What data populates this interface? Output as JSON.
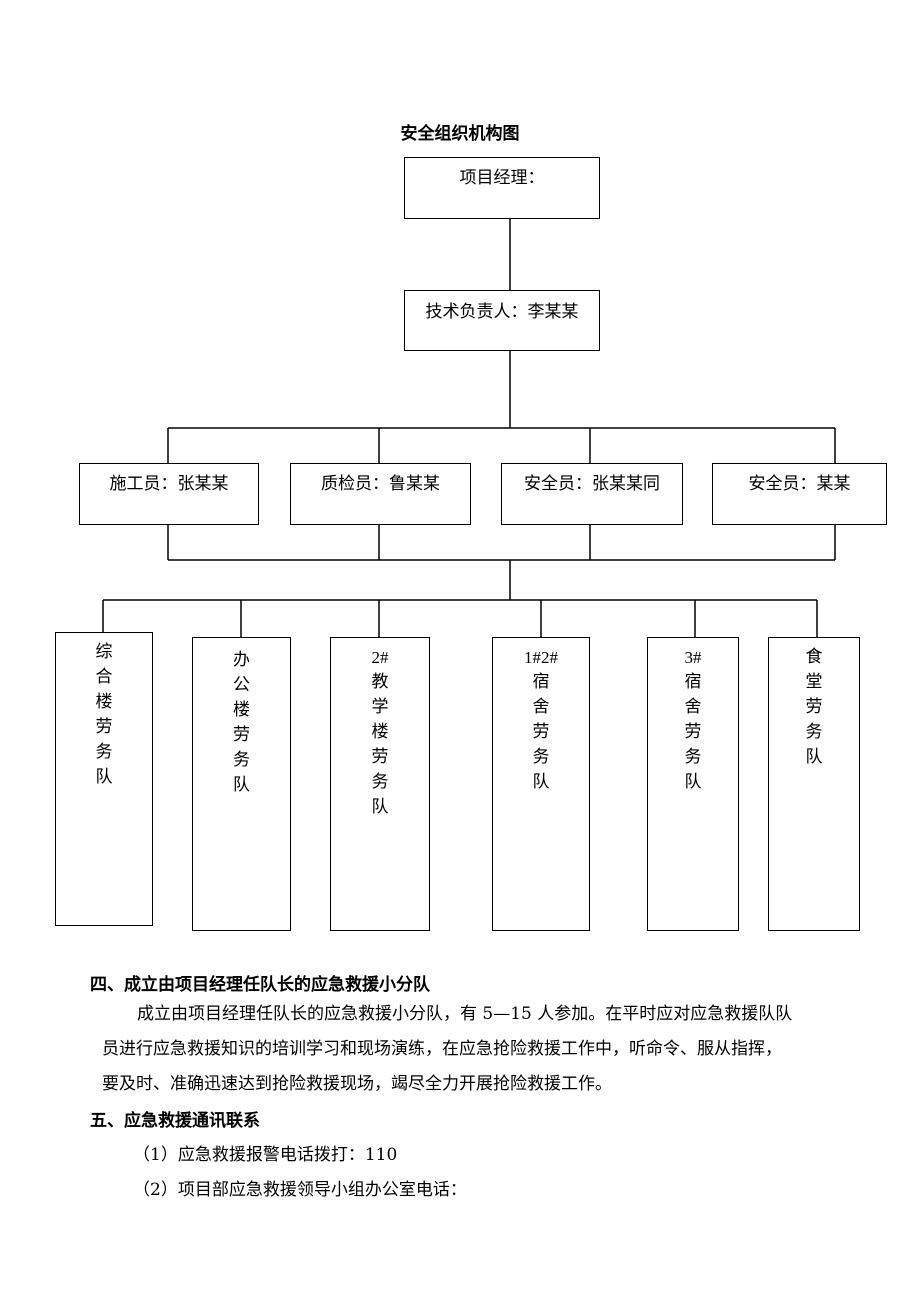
{
  "chart": {
    "title": "安全组织机构图",
    "manager": "项目经理：",
    "tech_lead": "技术负责人：李某某",
    "level2": [
      "施工员：张某某",
      "质检员：鲁某某",
      "安全员：张某某同",
      "安全员：某某"
    ],
    "teams": [
      {
        "num": "",
        "chars": [
          "综",
          "合",
          "楼",
          "劳",
          "务",
          "队"
        ]
      },
      {
        "num": "",
        "chars": [
          "办",
          "公",
          "楼",
          "劳",
          "务",
          "队"
        ]
      },
      {
        "num": "2#",
        "chars": [
          "教",
          "学",
          "楼",
          "劳",
          "务",
          "队"
        ]
      },
      {
        "num": "1#2#",
        "chars": [
          "宿",
          "舍",
          "劳",
          "务",
          "队"
        ]
      },
      {
        "num": "3#",
        "chars": [
          "宿",
          "舍",
          "劳",
          "务",
          "队"
        ]
      },
      {
        "num": "",
        "chars": [
          "食",
          "堂",
          "劳",
          "务",
          "队"
        ]
      }
    ]
  },
  "sections": {
    "s4_heading": "四、成立由项目经理任队长的应急救援小分队",
    "s4_body": [
      "成立由项目经理任队长的应急救援小分队，有 5—15 人参加。在平时应对应急救援队队",
      "员进行应急救援知识的培训学习和现场演练，在应急抢险救援工作中，听命令、服从指挥，",
      "要及时、准确迅速达到抢险救援现场，竭尽全力开展抢险救援工作。"
    ],
    "s5_heading": "五、应急救援通讯联系",
    "s5_items": [
      "（1）应急救援报警电话拨打：110",
      "（2）项目部应急救援领导小组办公室电话："
    ]
  }
}
